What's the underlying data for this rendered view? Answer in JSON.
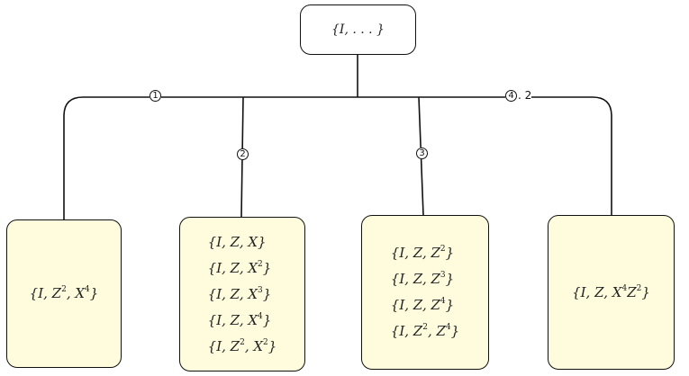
{
  "root": {
    "lines": [
      "{I, . . . }"
    ]
  },
  "branches": [
    {
      "label": "1",
      "suffix": "",
      "lines": [
        "{I, Z^2, X^4}"
      ]
    },
    {
      "label": "2",
      "suffix": "",
      "lines": [
        "{I, Z, X}",
        "{I, Z, X^2}",
        "{I, Z, X^3}",
        "{I, Z, X^4}",
        "{I, Z^2, X^2}"
      ]
    },
    {
      "label": "3",
      "suffix": "",
      "lines": [
        "{I, Z, Z^2}",
        "{I, Z, Z^3}",
        "{I, Z, Z^4}",
        "{I, Z^2, Z^4}"
      ]
    },
    {
      "label": "4",
      "suffix": ". 2",
      "lines": [
        "{I, Z, X^4Z^2}"
      ]
    }
  ],
  "colors": {
    "leaf_fill": "#fefcdc",
    "stroke": "#111111"
  }
}
